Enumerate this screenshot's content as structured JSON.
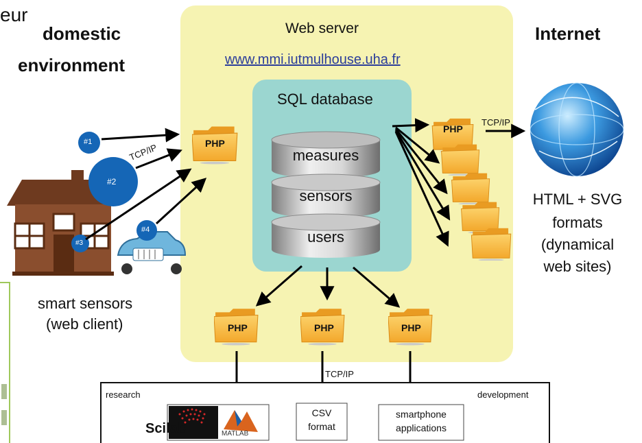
{
  "cropped_word": "eur",
  "domestic": {
    "line1": "domestic",
    "line2": "environment"
  },
  "internet_title": "Internet",
  "web_server": {
    "title": "Web server",
    "url": "www.mmi.iutmulhouse.uha.fr"
  },
  "database": {
    "title": "SQL database",
    "tables": [
      "measures",
      "sensors",
      "users"
    ]
  },
  "php_label": "PHP",
  "tcpip_label": "TCP/IP",
  "sensor_badges": [
    "#1",
    "#2",
    "#3",
    "#4"
  ],
  "smart_sensors": {
    "line1": "smart sensors",
    "line2": "(web client)"
  },
  "formats": {
    "line1": "HTML + SVG",
    "line2": "formats",
    "line3": "(dynamical",
    "line4": "web sites)"
  },
  "bottom_bar": {
    "research": "research",
    "development": "development",
    "scilab": "Scilab",
    "matlab": "MATLAB",
    "csv_line1": "CSV",
    "csv_line2": "format",
    "smartphone_line1": "smartphone",
    "smartphone_line2": "applications"
  },
  "colors": {
    "server_bg": "#f6f3b2",
    "db_bg": "#9bd6d0",
    "folder": "#f7b93b",
    "badge": "#1566b6",
    "url": "#2b3d9a",
    "green_frame": "#9fc85b"
  }
}
